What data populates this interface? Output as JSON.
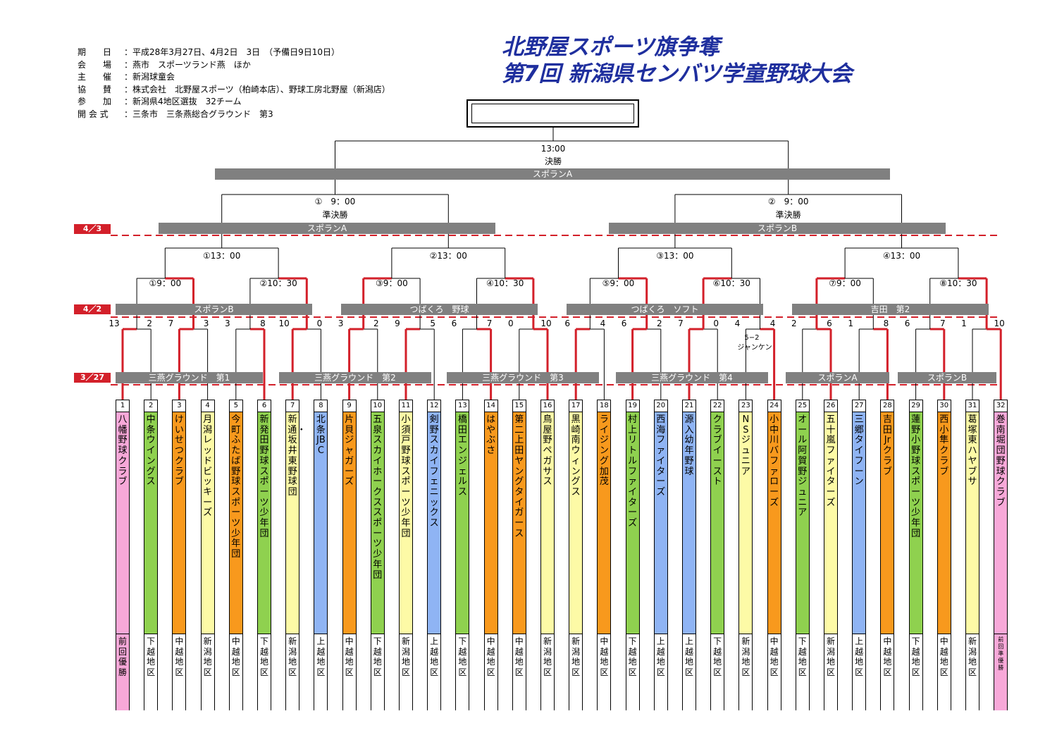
{
  "info": [
    {
      "key": "期　　日",
      "value": "：平成28年3月27日、4月2日　3日　（予備日9日10日）"
    },
    {
      "key": "会　　場",
      "value": "：燕市　スポーツランド燕　ほか"
    },
    {
      "key": "主　　催",
      "value": "：新潟球童会"
    },
    {
      "key": "協　　賛",
      "value": "：株式会社　北野屋スポーツ（柏崎本店）、野球工房北野屋（新潟店）"
    },
    {
      "key": "参　　加",
      "value": "：新潟県4地区選抜　32チーム"
    },
    {
      "key": "開 会 式",
      "value": "：三条市　三条燕総合グラウンド　第3"
    }
  ],
  "title": {
    "line1": "北野屋スポーツ旗争奪",
    "line2": "第7回 新潟県センバツ学童野球大会"
  },
  "dates": {
    "d43": "4／3",
    "d42": "4／2",
    "d327": "3／27"
  },
  "final": {
    "time": "13:00",
    "label": "決勝",
    "venue": "スポランA"
  },
  "semis": [
    {
      "time": "①　9：00",
      "label": "準決勝",
      "venue": "スポランA"
    },
    {
      "time": "②　9：00",
      "label": "準決勝",
      "venue": "スポランB"
    }
  ],
  "qf": [
    "①13：00",
    "②13：00",
    "③13：00",
    "④13：00"
  ],
  "r2": [
    "①9：00",
    "②10：30",
    "③9：00",
    "④10：30",
    "⑤9：00",
    "⑥10：30",
    "⑦9：00",
    "⑧10：30"
  ],
  "venues42": [
    "スポランB",
    "つばくろ　野球",
    "つばくろ　ソフト",
    "吉田　第2"
  ],
  "venues327": [
    "三燕グラウンド　第1",
    "三燕グラウンド　第2",
    "三燕グラウンド　第3",
    "三燕グラウンド　第4",
    "スポランA",
    "スポランB"
  ],
  "scores": [
    "13",
    "2",
    "7",
    "3",
    "3",
    "8",
    "10",
    "0",
    "3",
    "2",
    "9",
    "5",
    "6",
    "7",
    "0",
    "10",
    "6",
    "4",
    "6",
    "2",
    "7",
    "0",
    "4",
    "4",
    "2",
    "6",
    "1",
    "8",
    "6",
    "7",
    "1",
    "10"
  ],
  "note": {
    "line1": "5−2",
    "line2": "ジャンケン"
  },
  "teams": [
    {
      "no": "1",
      "name": "八幡野球クラブ",
      "region": "前回優勝",
      "color": "#f7a8d8"
    },
    {
      "no": "2",
      "name": "中条ウイングス",
      "region": "下越地区",
      "color": "#8fd14f"
    },
    {
      "no": "3",
      "name": "けいせつクラブ",
      "region": "中越地区",
      "color": "#f8991d"
    },
    {
      "no": "4",
      "name": "月潟レッドビッキーズ",
      "region": "新潟地区",
      "color": "#fdfaa6"
    },
    {
      "no": "5",
      "name": "今町ふたば野球スポーツ少年団",
      "region": "中越地区",
      "color": "#f8991d"
    },
    {
      "no": "6",
      "name": "新発田野球スポーツ少年団",
      "region": "下越地区",
      "color": "#8fd14f"
    },
    {
      "no": "7",
      "name": "新通・坂井東野球団",
      "region": "新潟地区",
      "color": "#fdfaa6"
    },
    {
      "no": "8",
      "name": "北条JBC",
      "region": "上越地区",
      "color": "#8fb4f4"
    },
    {
      "no": "9",
      "name": "片貝ジャガーズ",
      "region": "中越地区",
      "color": "#f8991d"
    },
    {
      "no": "10",
      "name": "五泉スカイホークススポーツ少年団",
      "region": "下越地区",
      "color": "#8fd14f"
    },
    {
      "no": "11",
      "name": "小須戸野球スポーツ少年団",
      "region": "新潟地区",
      "color": "#fdfaa6"
    },
    {
      "no": "12",
      "name": "剣野スカイフェニックス",
      "region": "上越地区",
      "color": "#8fb4f4"
    },
    {
      "no": "13",
      "name": "橋田エンジェルス",
      "region": "下越地区",
      "color": "#8fd14f"
    },
    {
      "no": "14",
      "name": "はやぶさ",
      "region": "中越地区",
      "color": "#f8991d"
    },
    {
      "no": "15",
      "name": "第二上田ヤングタイガース",
      "region": "中越地区",
      "color": "#f8991d"
    },
    {
      "no": "16",
      "name": "鳥屋野ペガサス",
      "region": "新潟地区",
      "color": "#fdfaa6"
    },
    {
      "no": "17",
      "name": "黒崎南ウィングス",
      "region": "新潟地区",
      "color": "#fdfaa6"
    },
    {
      "no": "18",
      "name": "ライジング加茂",
      "region": "中越地区",
      "color": "#f8991d"
    },
    {
      "no": "19",
      "name": "村上リトルファイターズ",
      "region": "下越地区",
      "color": "#8fd14f"
    },
    {
      "no": "20",
      "name": "西海ファイターズ",
      "region": "上越地区",
      "color": "#8fb4f4"
    },
    {
      "no": "21",
      "name": "源入幼年野球",
      "region": "上越地区",
      "color": "#8fb4f4"
    },
    {
      "no": "22",
      "name": "クラブイースト",
      "region": "下越地区",
      "color": "#8fd14f"
    },
    {
      "no": "23",
      "name": "NSジュニア",
      "region": "新潟地区",
      "color": "#fdfaa6"
    },
    {
      "no": "24",
      "name": "小中川バファローズ",
      "region": "中越地区",
      "color": "#f8991d"
    },
    {
      "no": "25",
      "name": "オール阿賀野ジュニア",
      "region": "下越地区",
      "color": "#8fd14f"
    },
    {
      "no": "26",
      "name": "五十嵐ファイターズ",
      "region": "新潟地区",
      "color": "#fdfaa6"
    },
    {
      "no": "27",
      "name": "三郷タイフーン",
      "region": "上越地区",
      "color": "#8fb4f4"
    },
    {
      "no": "28",
      "name": "吉田Jrクラブ",
      "region": "中越地区",
      "color": "#f8991d"
    },
    {
      "no": "29",
      "name": "蓮野小野球スポーツ少年団",
      "region": "下越地区",
      "color": "#8fd14f"
    },
    {
      "no": "30",
      "name": "西小隼クラブ",
      "region": "中越地区",
      "color": "#f8991d"
    },
    {
      "no": "31",
      "name": "葛塚東ハヤブサ",
      "region": "新潟地区",
      "color": "#fdfaa6"
    },
    {
      "no": "32",
      "name": "巻南堀団野球クラブ",
      "region": "前回準優勝",
      "color": "#f7a8d8"
    }
  ],
  "colors": {
    "accent": "#d3202a",
    "bar": "#808080",
    "title": "#1f2f9e"
  }
}
